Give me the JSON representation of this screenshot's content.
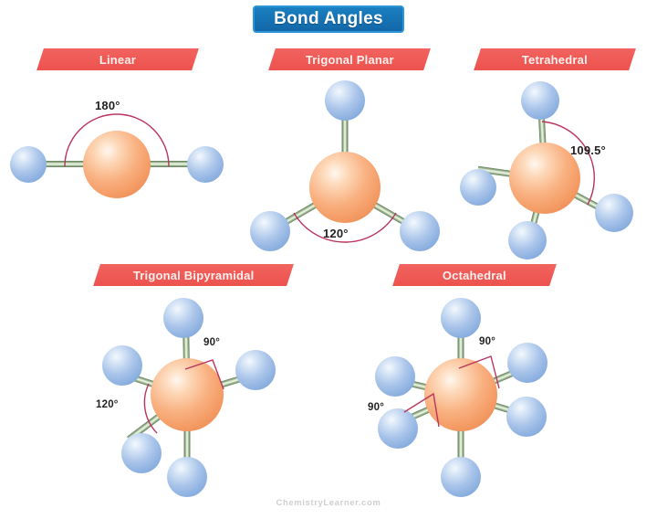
{
  "page": {
    "title": "Bond Angles",
    "watermark": "ChemistryLearner.com",
    "background_color": "#ffffff"
  },
  "colors": {
    "title_banner": "#1673b4",
    "title_banner_border": "#2e95d6",
    "label_banner": "#ef5b56",
    "label_text": "#fdf0ee",
    "central_atom": "#f49a63",
    "terminal_atom": "#8cb0e0",
    "bond": "#9ab28e",
    "arc": "#b8345c",
    "angle_text": "#211f20",
    "watermark_text": "#cfcfcf"
  },
  "geometries": [
    {
      "id": "linear",
      "label": "Linear",
      "terminal_atom_count": 2,
      "angles": [
        "180°"
      ]
    },
    {
      "id": "trigonal-planar",
      "label": "Trigonal Planar",
      "terminal_atom_count": 3,
      "angles": [
        "120°"
      ]
    },
    {
      "id": "tetrahedral",
      "label": "Tetrahedral",
      "terminal_atom_count": 4,
      "angles": [
        "109.5°"
      ]
    },
    {
      "id": "trigonal-bipyramidal",
      "label": "Trigonal Bipyramidal",
      "terminal_atom_count": 5,
      "angles": [
        "90°",
        "120°"
      ]
    },
    {
      "id": "octahedral",
      "label": "Octahedral",
      "terminal_atom_count": 6,
      "angles": [
        "90°",
        "90°"
      ]
    }
  ]
}
